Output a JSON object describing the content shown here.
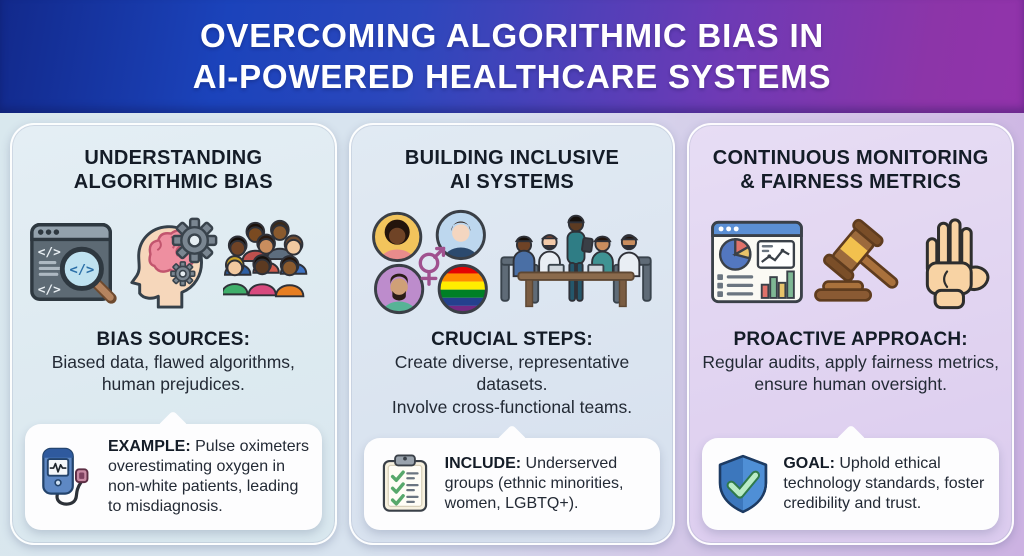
{
  "header": {
    "title_line1": "OVERCOMING ALGORITHMIC BIAS IN",
    "title_line2": "AI-POWERED HEALTHCARE SYSTEMS"
  },
  "colors": {
    "header_gradient_start": "#1b43bb",
    "header_gradient_end": "#8c35a8",
    "card_blue_bg": "#dce8ef",
    "card_lavender_bg": "#e0d3f0",
    "callout_bg": "#fdfdfe",
    "text_dark": "#141c27"
  },
  "cards": [
    {
      "title_line1": "UNDERSTANDING",
      "title_line2": "ALGORITHMIC BIAS",
      "icons": [
        "code-review-icon",
        "brain-gears-icon",
        "diverse-group-icon"
      ],
      "heading": "BIAS SOURCES:",
      "body_lines": [
        "Biased data, flawed algorithms, human prejudices."
      ],
      "callout": {
        "icon": "pulse-oximeter-icon",
        "lead": "EXAMPLE:",
        "text": " Pulse oximeters overestimating oxygen in non-white patients, leading to misdiagnosis."
      }
    },
    {
      "title_line1": "BUILDING INCLUSIVE",
      "title_line2": "AI SYSTEMS",
      "icons": [
        "diverse-avatars-icon",
        "gender-symbol-icon",
        "pride-rainbow-icon",
        "team-meeting-icon"
      ],
      "heading": "CRUCIAL STEPS:",
      "body_lines": [
        "Create diverse, representative datasets.",
        "Involve cross-functional teams."
      ],
      "callout": {
        "icon": "checklist-icon",
        "lead": "INCLUDE:",
        "text": " Underserved groups (ethnic minorities, women, LGBTQ+)."
      }
    },
    {
      "title_line1": "CONTINUOUS MONITORING",
      "title_line2": "& FAIRNESS METRICS",
      "icons": [
        "analytics-dashboard-icon",
        "gavel-icon",
        "raised-hand-icon"
      ],
      "heading": "PROACTIVE APPROACH:",
      "body_lines": [
        "Regular audits, apply fairness metrics, ensure human oversight."
      ],
      "callout": {
        "icon": "shield-check-icon",
        "lead": "GOAL:",
        "text": " Uphold ethical technology standards, foster credibility and trust."
      }
    }
  ]
}
